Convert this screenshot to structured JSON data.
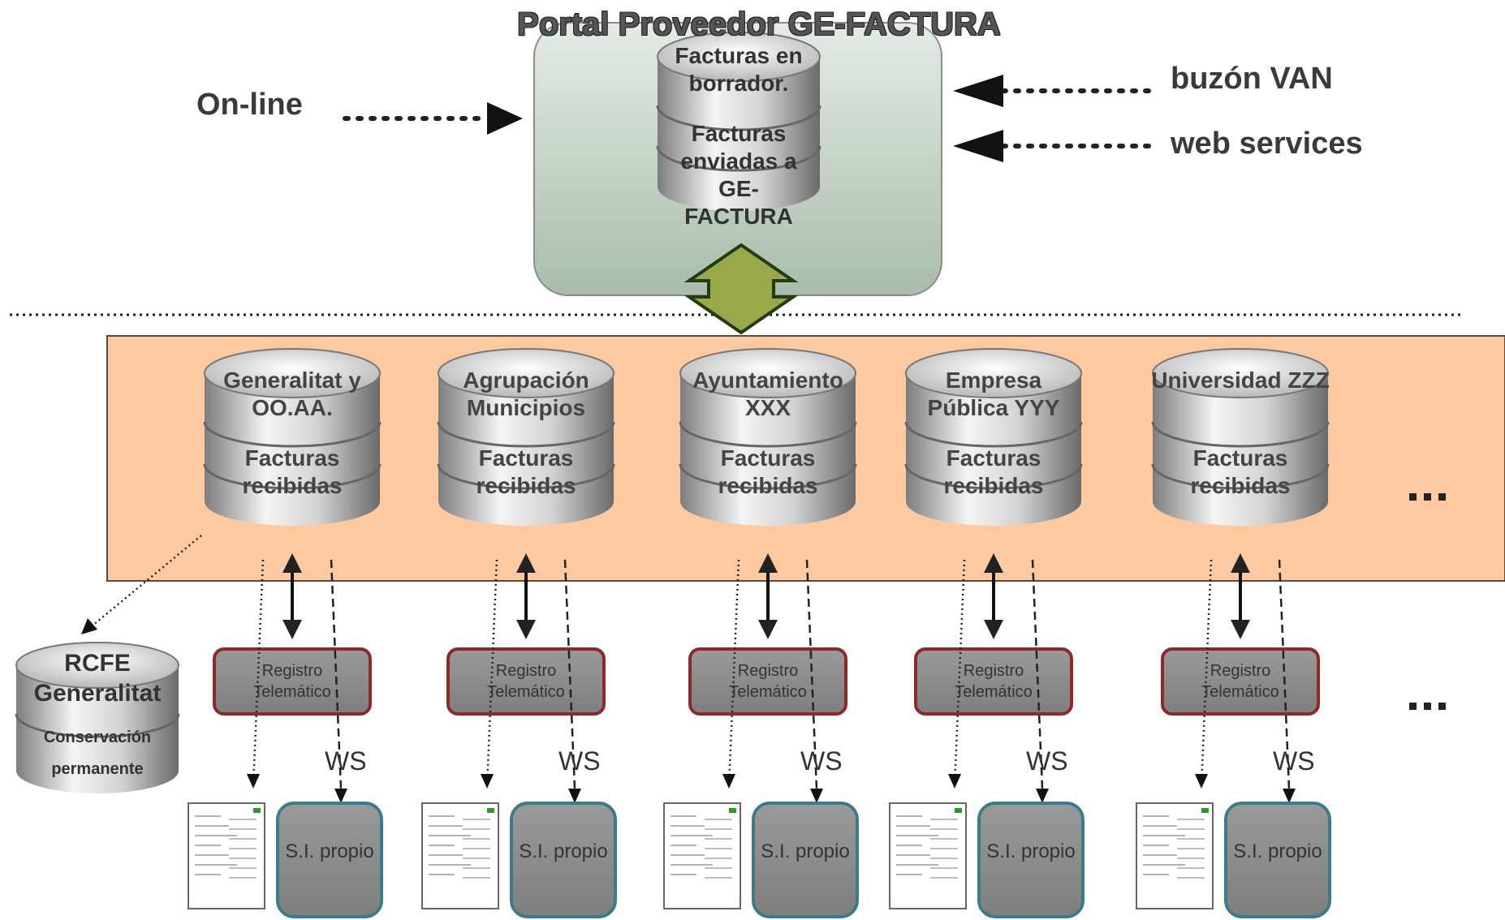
{
  "title": "Portal Proveedor GE-FACTURA",
  "portal": {
    "db_top_label": "Facturas en borrador.",
    "db_bottom_label": "Facturas enviadas a GE-FACTURA"
  },
  "inputs": {
    "online": "On-line",
    "van": "buzón VAN",
    "ws": "web services"
  },
  "entities": [
    {
      "name": "Generalitat y OO.AA.",
      "content": "Facturas recibidas"
    },
    {
      "name": "Agrupación Municipios",
      "content": "Facturas recibidas"
    },
    {
      "name": "Ayuntamiento XXX",
      "content": "Facturas recibidas"
    },
    {
      "name": "Empresa Pública YYY",
      "content": "Facturas recibidas"
    },
    {
      "name": "Universidad ZZZ",
      "content": "Facturas recibidas"
    }
  ],
  "ellipsis": "...",
  "registro_label": "Registro Telemático",
  "ws_label": "WS",
  "si_label": "S.I. propio",
  "rcfe": {
    "title": "RCFE Generalitat",
    "sub": "Conservación permanente"
  },
  "colors": {
    "band": "#FDC9A0",
    "band_border": "#5a4a3a",
    "portal_box": "#c9d6cc",
    "arrow_fill": "#9aa84c",
    "registro_fill": "#8c8c8c",
    "registro_border": "#8b2a2a",
    "si_fill": "#8c8c8c",
    "si_border": "#3b7b8c"
  }
}
